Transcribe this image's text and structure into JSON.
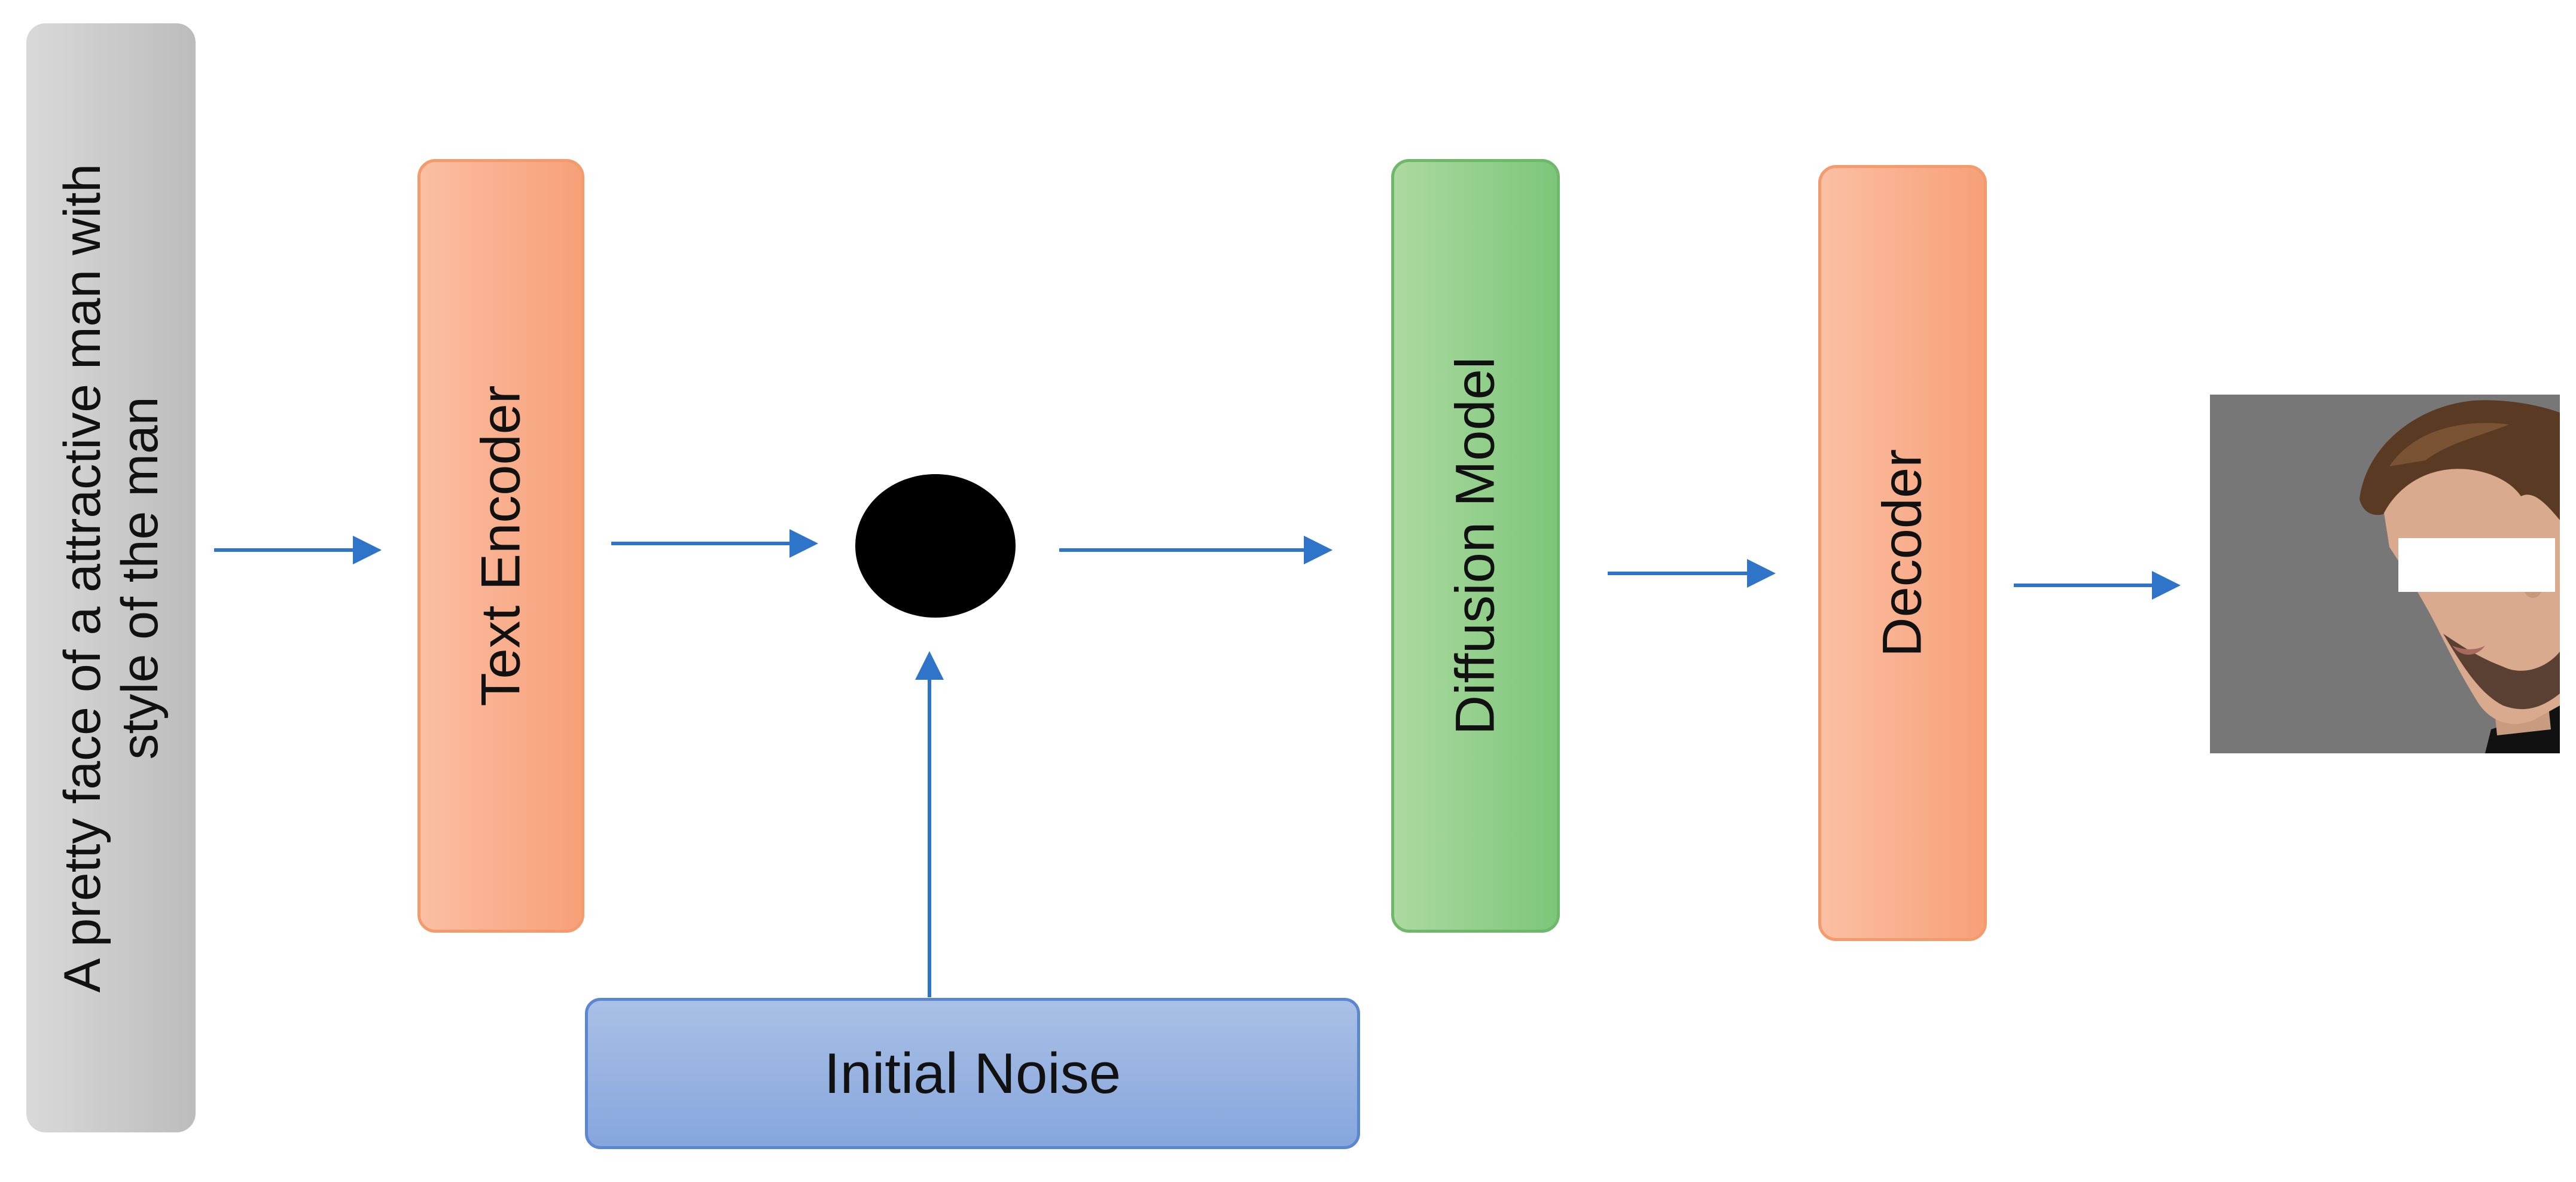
{
  "diagram": {
    "prompt": {
      "line1": "A pretty face of a attractive man with",
      "line2": "style of the man"
    },
    "text_encoder": {
      "label": "Text Encoder"
    },
    "diffusion_model": {
      "label": "Diffusion Model"
    },
    "decoder": {
      "label": "Decoder"
    },
    "initial_noise": {
      "label": "Initial Noise"
    },
    "combiner": {
      "shape": "black-circle"
    },
    "output_image": {
      "content": "generated face image of a man with styled hair, eyes covered by a white bar"
    },
    "colors": {
      "prompt_fill": "#c8c8c8",
      "encoder_fill": "#f9ae8c",
      "diffusion_fill": "#93cf8d",
      "decoder_fill": "#f9ae8c",
      "noise_fill": "#98b3e1",
      "arrow": "#2e74c8"
    }
  }
}
